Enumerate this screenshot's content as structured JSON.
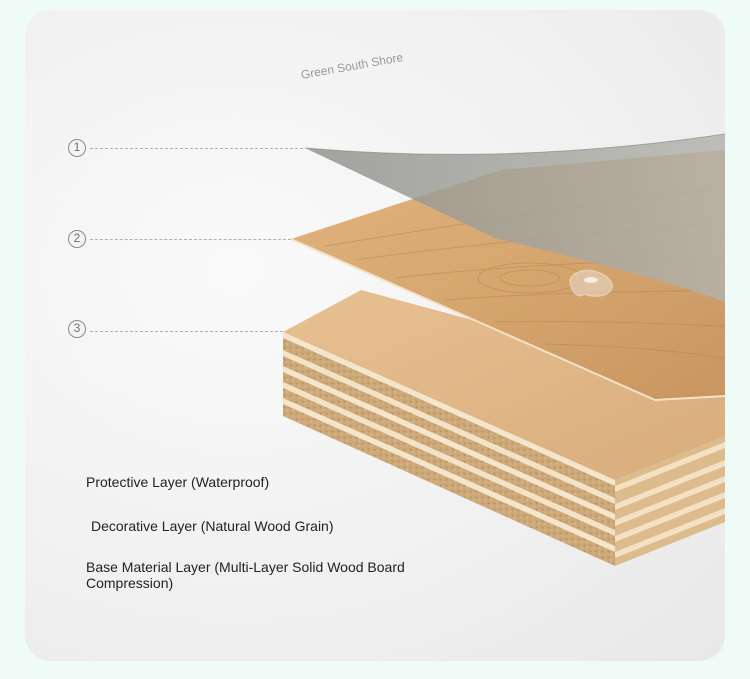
{
  "watermark": "Green South Shore",
  "markers": [
    "1",
    "2",
    "3"
  ],
  "labels": {
    "protective": "Protective Layer (Waterproof)",
    "decorative": "Decorative Layer (Natural Wood Grain)",
    "base_line1": "Base Material Layer (Multi-Layer Solid Wood Board",
    "base_line2": "Compression)"
  },
  "colors": {
    "background": "#eefbf6",
    "card": "#f1f1f1",
    "protective_film": "#9d9e98",
    "veneer": "#d8ab79",
    "board_face": "#e2b98a",
    "ply_light": "#f2e2c4",
    "ply_core": "#c9a574"
  }
}
